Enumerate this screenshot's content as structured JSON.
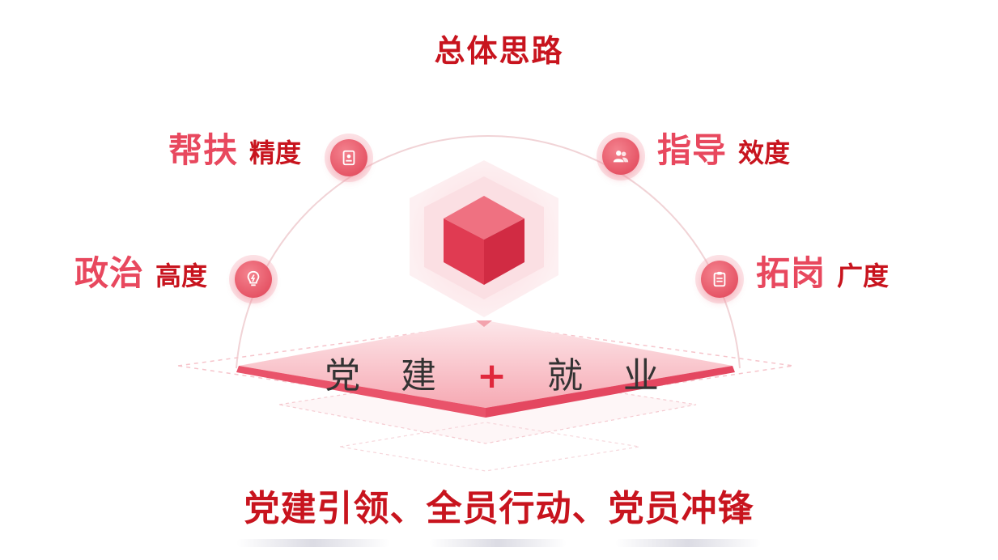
{
  "title": "总体思路",
  "items": [
    {
      "main": "帮扶",
      "sub": "精度",
      "icon": "id-badge-icon"
    },
    {
      "main": "指导",
      "sub": "效度",
      "icon": "people-icon"
    },
    {
      "main": "政治",
      "sub": "高度",
      "icon": "lightbulb-icon"
    },
    {
      "main": "拓岗",
      "sub": "广度",
      "icon": "clipboard-icon"
    }
  ],
  "center": {
    "left": "党 建",
    "plus": "+",
    "right": "就 业"
  },
  "slogan": "党建引领、全员行动、党员冲锋",
  "colors": {
    "accent": "#c8141e",
    "pink": "#e8485e",
    "node": "#e65566"
  }
}
